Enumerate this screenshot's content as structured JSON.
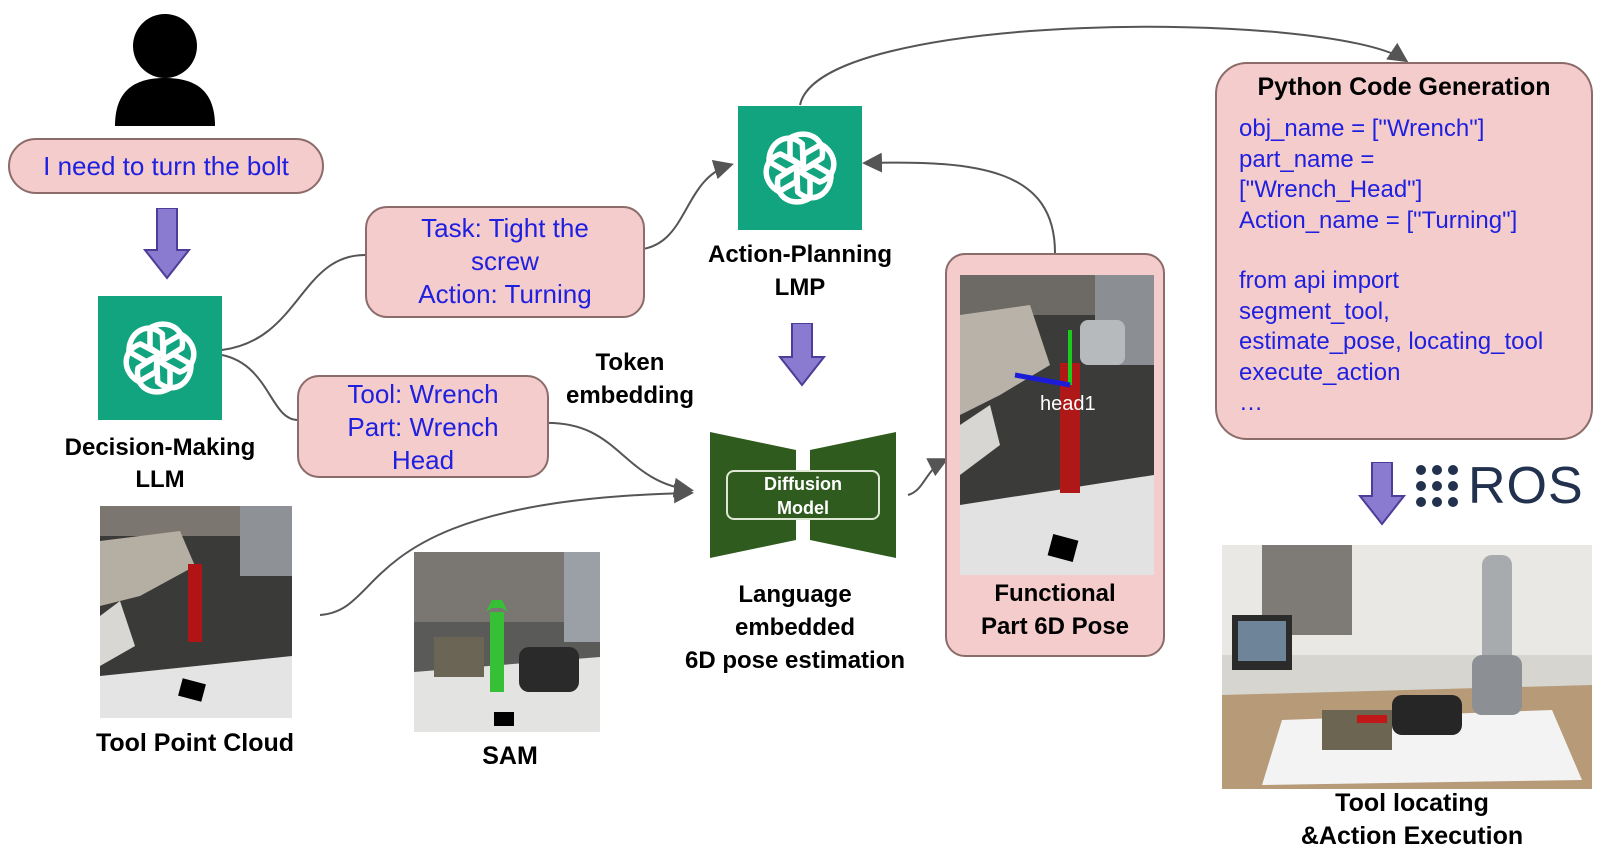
{
  "user": {
    "request": "I need to turn the bolt"
  },
  "decision_llm": {
    "label_line1": "Decision-Making",
    "label_line2": "LLM"
  },
  "task_box": {
    "line1": "Task: Tight the",
    "line2": "screw",
    "line3": "Action: Turning"
  },
  "tool_box": {
    "line1": "Tool: Wrench",
    "line2": "Part: Wrench",
    "line3": "Head"
  },
  "token_embedding": {
    "line1": "Token",
    "line2": "embedding"
  },
  "action_planning": {
    "label_line1": "Action-Planning",
    "label_line2": "LMP"
  },
  "diffusion": {
    "line1": "Diffusion",
    "line2": "Model"
  },
  "pose_estimation": {
    "line1": "Language",
    "line2": "embedded",
    "line3": "6D pose estimation"
  },
  "functional_pose": {
    "line1": "Functional",
    "line2": "Part 6D Pose",
    "overlay": "head1"
  },
  "tool_point_cloud": {
    "label": "Tool Point Cloud"
  },
  "sam": {
    "label": "SAM"
  },
  "code": {
    "title": "Python Code Generation",
    "lines": [
      "obj_name = [\"Wrench\"]",
      "part_name =",
      "[\"Wrench_Head\"]",
      "Action_name = [\"Turning\"]",
      "",
      "from api import",
      "segment_tool,",
      "estimate_pose, locating_tool",
      "execute_action",
      "…"
    ]
  },
  "ros": {
    "label": "ROS"
  },
  "execution": {
    "line1": "Tool locating",
    "line2": "&Action Execution"
  },
  "colors": {
    "pink": "#f4cccc",
    "gpt_green": "#12a37f",
    "arrow_purple": "#8a7ad0",
    "diffusion_green": "#2f5b1f",
    "text_blue": "#1f1fe0"
  }
}
